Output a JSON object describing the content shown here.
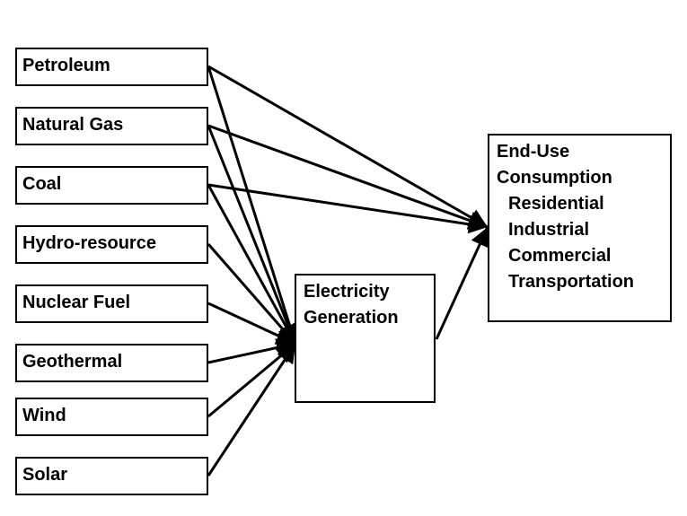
{
  "sources": [
    {
      "id": "petroleum",
      "label": "Petroleum"
    },
    {
      "id": "natural-gas",
      "label": "Natural Gas"
    },
    {
      "id": "coal",
      "label": "Coal"
    },
    {
      "id": "hydro-resource",
      "label": "Hydro-resource"
    },
    {
      "id": "nuclear-fuel",
      "label": "Nuclear Fuel"
    },
    {
      "id": "geothermal",
      "label": "Geothermal"
    },
    {
      "id": "wind",
      "label": "Wind"
    },
    {
      "id": "solar",
      "label": "Solar"
    }
  ],
  "generation": {
    "lines": [
      "Electricity",
      "Generation"
    ]
  },
  "end_use": {
    "title_lines": [
      "End-Use",
      "Consumption"
    ],
    "sectors": [
      "Residential",
      "Industrial",
      "Commercial",
      "Transportation"
    ]
  },
  "colors": {
    "stroke": "#000000",
    "background": "#ffffff"
  }
}
